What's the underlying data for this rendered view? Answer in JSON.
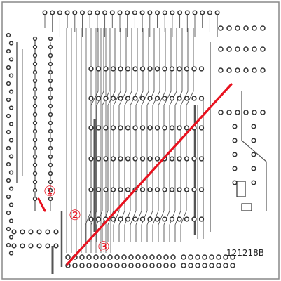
{
  "board": {
    "id_text": "121218B",
    "markers": [
      {
        "label": "①"
      },
      {
        "label": "②"
      },
      {
        "label": "③"
      }
    ],
    "colors": {
      "background": "#ffffff",
      "trace": "#555555",
      "pad": "#333333",
      "highlight": "#e8121f",
      "marker_bg": "#ffffff"
    }
  }
}
